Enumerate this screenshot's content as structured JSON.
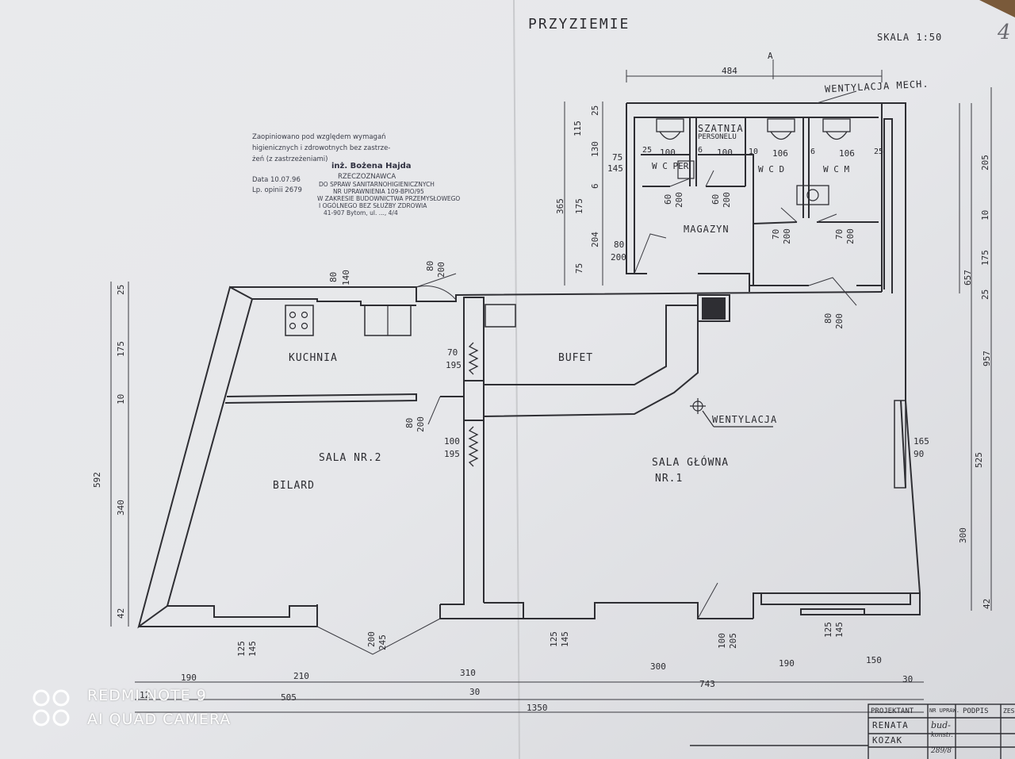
{
  "title": "PRZYZIEMIE",
  "scale": "SKALA 1:50",
  "page_number": "4",
  "section_marker": "A",
  "rooms": {
    "kuchnia": "KUCHNIA",
    "bufet": "BUFET",
    "sala2_line1": "SALA NR.2",
    "sala2_line2": "BILARD",
    "sala1_line1": "SALA GŁÓWNA",
    "sala1_line2": "NR.1",
    "magazyn": "MAGAZYN",
    "szatnia_line1": "SZATNIA",
    "szatnia_line2": "PERSONELU",
    "wc_per": "W C PER",
    "wc_d": "W C D",
    "wc_m": "W C M"
  },
  "annotations": {
    "wentylacja_mech": "WENTYLACJA MECH.",
    "wentylacja": "WENTYLACJA"
  },
  "stamp": {
    "line1": "Zaopiniowano pod względem wymagań",
    "line2": "higienicznych i zdrowotnych bez zastrze-",
    "line3": "żeń (z zastrzeżeniami)",
    "signer": "inż. Bożena Hajda",
    "date_label": "Data 10.07.96",
    "opinion_label": "Lp. opinii 2679",
    "role": "RZECZOZNAWCA",
    "role2": "DO SPRAW SANITARNOHIGIENICZNYCH",
    "licence": "NR UPRAWNIENIA 109-BPIO/95",
    "scope1": "W ZAKRESIE BUDOWNICTWA PRZEMYSŁOWEGO",
    "scope2": "I OGÓLNEGO BEZ SŁUŻBY ZDROWIA",
    "address": "41-907 Bytom, ul. ..., 4/4"
  },
  "dimensions": {
    "top_484": "484",
    "bottom_row1": [
      "190",
      "210",
      "310",
      "300",
      "190",
      "150"
    ],
    "bottom_row2": [
      "12",
      "505",
      "30",
      "743",
      "30"
    ],
    "bottom_total": "1350",
    "left_592": "592",
    "left_parts": [
      "25",
      "175",
      "10",
      "340",
      "42"
    ],
    "right_957": "957",
    "right_657": "657",
    "right_parts": [
      "205",
      "10",
      "175",
      "25",
      "525",
      "300",
      "42"
    ],
    "mid_365": "365",
    "mid_parts": [
      "25",
      "115",
      "130",
      "6",
      "175",
      "204",
      "75"
    ],
    "wc_widths": [
      "25",
      "100",
      "6",
      "100",
      "10",
      "106",
      "6",
      "106",
      "25"
    ],
    "door_80_140": [
      "80",
      "140"
    ],
    "door_80_200_a": [
      "80",
      "200"
    ],
    "door_70_195": [
      "70",
      "195"
    ],
    "door_80_200_b": [
      "80",
      "200"
    ],
    "door_100_195": [
      "100",
      "195"
    ],
    "door_80_200_mag": [
      "80",
      "200"
    ],
    "door_75_145": [
      "75",
      "145"
    ],
    "door_60_200_a": [
      "60",
      "200"
    ],
    "door_60_200_b": [
      "60",
      "200"
    ],
    "door_70_200_a": [
      "70",
      "200"
    ],
    "door_70_200_b": [
      "70",
      "200"
    ],
    "door_80_200_main": [
      "80",
      "200"
    ],
    "window_165_90": [
      "165",
      "90"
    ],
    "win_125_145_a": [
      "125",
      "145"
    ],
    "door_200_245": [
      "200",
      "245"
    ],
    "win_125_145_b": [
      "125",
      "145"
    ],
    "door_100_205": [
      "100",
      "205"
    ],
    "win_125_145_c": [
      "125",
      "145"
    ]
  },
  "title_block": {
    "h1": "PROJEKTANT",
    "h2": "NR UPRAW.",
    "h3": "PODPIS",
    "h4": "ZES",
    "name1": "RENATA",
    "name2": "KOZAK",
    "lic1": "bud-",
    "lic2": "konstr.",
    "lic3": "289/8"
  },
  "watermark": {
    "line1": "REDMI NOTE 9",
    "line2": "AI QUAD CAMERA"
  }
}
